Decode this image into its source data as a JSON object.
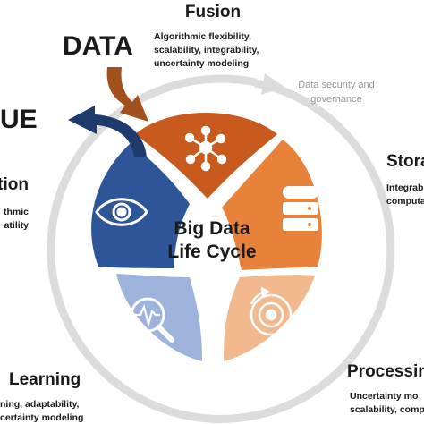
{
  "diagram": {
    "center_title_line1": "Big Data",
    "center_title_line2": "Life Cycle",
    "data_label": "DATA",
    "value_label": "UE",
    "governance_line1": "Data security and",
    "governance_line2": "governance",
    "colors": {
      "fusion": "#c85a1d",
      "storage": "#e8823a",
      "processing": "#f2b98f",
      "learning": "#9db3dc",
      "visualization": "#2e5597",
      "data_arrow": "#a2501c",
      "value_arrow": "#1f3b6e",
      "ring": "#dcdcdc"
    },
    "stages": {
      "fusion": {
        "title": "Fusion",
        "desc_line1": "Algorithmic flexibility,",
        "desc_line2": "scalability, integrability,",
        "desc_line3": "uncertainty modeling",
        "icon": "network-hub-icon"
      },
      "storage": {
        "title": "Stora",
        "desc_line1": "Integrabi",
        "desc_line2": "computa",
        "icon": "database-icon"
      },
      "processing": {
        "title": "Processin",
        "desc_line1": "Uncertainty mo",
        "desc_line2": "scalability, comp",
        "icon": "gear-cycle-icon"
      },
      "learning": {
        "title": "Learning",
        "desc_line1": "ning, adaptability,",
        "desc_line2": "certainty modeling",
        "icon": "magnifier-pulse-icon"
      },
      "visualization": {
        "title": "tion",
        "desc_line1": "thmic",
        "desc_line2": "atility",
        "icon": "eye-icon"
      }
    }
  }
}
